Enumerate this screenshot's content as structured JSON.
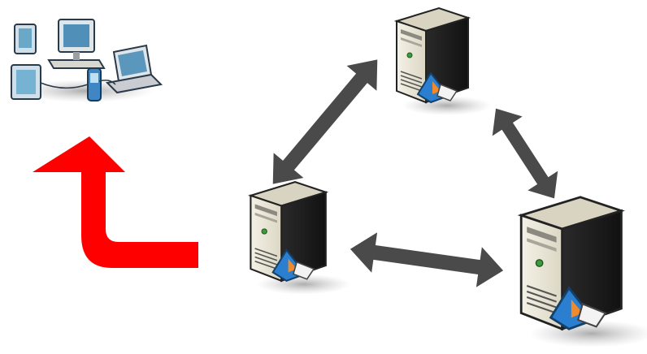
{
  "diagram": {
    "nodes": [
      {
        "id": "client-devices",
        "kind": "client-devices-icon"
      },
      {
        "id": "server-top",
        "kind": "server-icon"
      },
      {
        "id": "server-left",
        "kind": "server-icon"
      },
      {
        "id": "server-right",
        "kind": "server-icon"
      }
    ],
    "edges": [
      {
        "from": "server-left",
        "to": "server-top",
        "style": "double-arrow",
        "color": "#4a4a4a"
      },
      {
        "from": "server-top",
        "to": "server-right",
        "style": "double-arrow",
        "color": "#4a4a4a"
      },
      {
        "from": "server-left",
        "to": "server-right",
        "style": "double-arrow",
        "color": "#4a4a4a"
      },
      {
        "from": "server-left",
        "to": "client-devices",
        "style": "curved-arrow",
        "color": "#ff0000"
      }
    ],
    "colors": {
      "server_body": "#e8e4d6",
      "server_dark": "#222222",
      "arrow_gray": "#4a4a4a",
      "arrow_red": "#ff0000",
      "badge_blue": "#2a7fd0",
      "badge_orange": "#f08a2a"
    }
  }
}
